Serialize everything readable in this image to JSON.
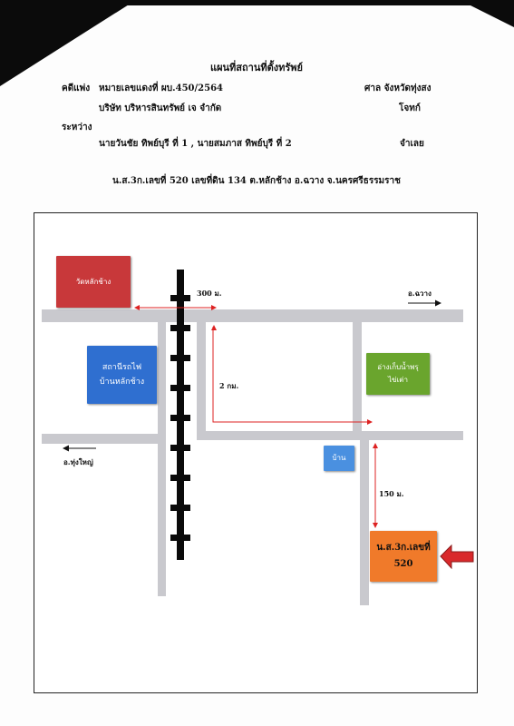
{
  "header": {
    "title": "แผนที่สถานที่ตั้งทรัพย์",
    "case_label": "คดีแพ่ง",
    "case_number": "หมายเลขแดงที่  ผบ.450/2564",
    "court": "ศาล จังหวัดทุ่งสง",
    "plaintiff": "บริษัท บริหารสินทรัพย์ เจ จำกัด",
    "plaintiff_role": "โจทก์",
    "between": "ระหว่าง",
    "defendants": "นายวันชัย  ทิพย์บุรี ที่ 1 , นายสมภาส  ทิพย์บุรี ที่ 2",
    "defendant_role": "จำเลย",
    "deed_line": "น.ส.3ก.เลขที่   520   เลขที่ดิน  134    ต.หลักช้าง  อ.ฉวาง  จ.นครศรีธรรมราช"
  },
  "map": {
    "wat_label": "วัดหลักช้าง",
    "station_label_1": "สถานีรถไฟ",
    "station_label_2": "บ้านหลักช้าง",
    "reservoir_label_1": "อ่างเก็บน้ำพรุ",
    "reservoir_label_2": "ไข่เต่า",
    "house_label": "บ้าน",
    "property_label_1": "น.ส.3ก.เลขที่",
    "property_label_2": "520",
    "dist_300": "300 ม.",
    "dist_2km": "2 กม.",
    "dist_150": "150 ม.",
    "dir_chawang": "อ.ฉวาง",
    "dir_thungyai": "อ.ทุ่งใหญ่",
    "colors": {
      "wat": "#c8383a",
      "station": "#2f6fd0",
      "reservoir": "#6aa52d",
      "house": "#4a90e0",
      "property": "#f07a2a",
      "pointer": "#d9292b",
      "road": "#c9c9ce"
    }
  }
}
